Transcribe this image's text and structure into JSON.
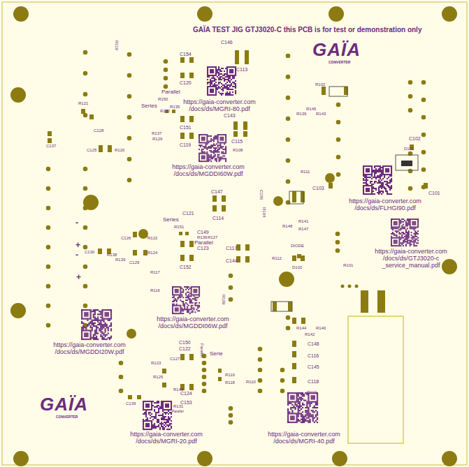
{
  "diagram": {
    "title": "GAÏA TEST JIG GTJ3020-C this PCB is for test or demonstration only",
    "labels": [
      "GAÏA",
      "CONVERTER",
      "GAÏA",
      "CONVERTER",
      "https://gaia-converter.com /docs/ds/MGRI-80.pdf",
      "https://gaia-converter.com /docs/ds/MGDDI60W.pdf",
      "https://gaia-converter.com /docs/ds/FLHGI90.pdf",
      "https://gaia-converter.com /docs/ds/GTJ3020-c _service_manual.pdf",
      "https://gaia-converter.com /docs/ds/MGDDI06W.pdf",
      "https://gaia-converter.com /docs/ds/MGDDI20W.pdf",
      "https://gaia-converter.com /docs/ds/MGRI-20.pdf",
      "https://gaia-converter.com /docs/ds/MGRI-40.pdf",
      "R119",
      "C154",
      "C120",
      "C146",
      "C113",
      "R102",
      "R145",
      "R139",
      "R143",
      "C102",
      "D101",
      "C101",
      "R111",
      "C103",
      "R121",
      "C128",
      "C137",
      "C125",
      "R120",
      "Parallel",
      "Series",
      "R150",
      "R135",
      "R132",
      "C143",
      "C151",
      "R137",
      "R129",
      "C119",
      "C115",
      "R108",
      "C147",
      "C114",
      "C155",
      "R104",
      "Series",
      "C121",
      "R151",
      "C149",
      "R136",
      "R127",
      "Parallel",
      "C123",
      "C126",
      "R122",
      "R124",
      "C129",
      "R138",
      "R139",
      "C130",
      "R117",
      "R116",
      "C152",
      "C117",
      "C144",
      "R148",
      "R141",
      "R147",
      "DIODE",
      "R112",
      "D102",
      "R101",
      "R109",
      "R144",
      "R140",
      "R142",
      "C148",
      "C116",
      "C145",
      "C118",
      "R113",
      "C150",
      "C122",
      "Parallel",
      "Serie",
      "R123",
      "C127",
      "R125",
      "R149",
      "C124",
      "C153",
      "R131",
      "Parallel",
      "R119",
      "R118",
      "R110",
      "C139",
      "-",
      "+",
      "-",
      "+"
    ]
  }
}
